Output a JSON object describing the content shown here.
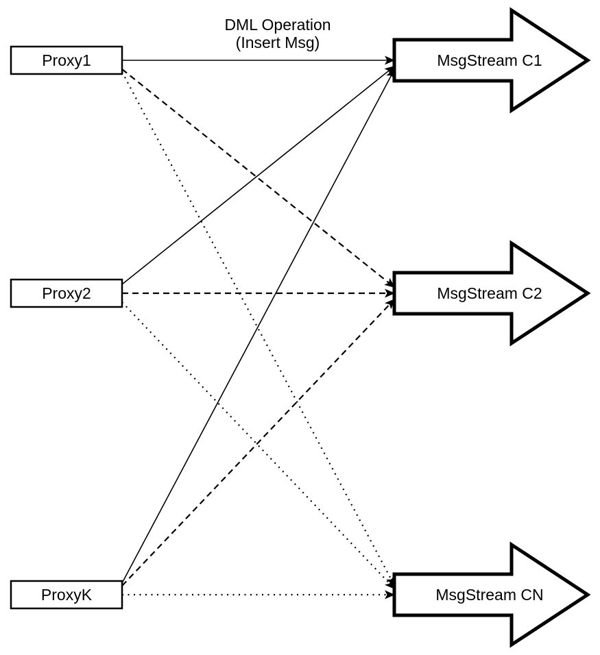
{
  "diagram": {
    "background_color": "#ffffff",
    "stroke_color": "#000000",
    "fill_color": "#ffffff",
    "title": {
      "line1": "DML Operation",
      "line2": "(Insert Msg)"
    },
    "proxies": [
      {
        "id": "proxy1",
        "label": "Proxy1"
      },
      {
        "id": "proxy2",
        "label": "Proxy2"
      },
      {
        "id": "proxyK",
        "label": "ProxyK"
      }
    ],
    "streams": [
      {
        "id": "c1",
        "label": "MsgStream C1"
      },
      {
        "id": "c2",
        "label": "MsgStream C2"
      },
      {
        "id": "cn",
        "label": "MsgStream CN"
      }
    ],
    "edges": [
      {
        "from": "proxy1",
        "to": "c1",
        "style": "solid"
      },
      {
        "from": "proxy1",
        "to": "c2",
        "style": "dashed"
      },
      {
        "from": "proxy1",
        "to": "cn",
        "style": "dotted"
      },
      {
        "from": "proxy2",
        "to": "c1",
        "style": "solid"
      },
      {
        "from": "proxy2",
        "to": "c2",
        "style": "dashed"
      },
      {
        "from": "proxy2",
        "to": "cn",
        "style": "dotted"
      },
      {
        "from": "proxyK",
        "to": "c1",
        "style": "solid"
      },
      {
        "from": "proxyK",
        "to": "c2",
        "style": "dashed"
      },
      {
        "from": "proxyK",
        "to": "cn",
        "style": "dotted"
      }
    ]
  }
}
